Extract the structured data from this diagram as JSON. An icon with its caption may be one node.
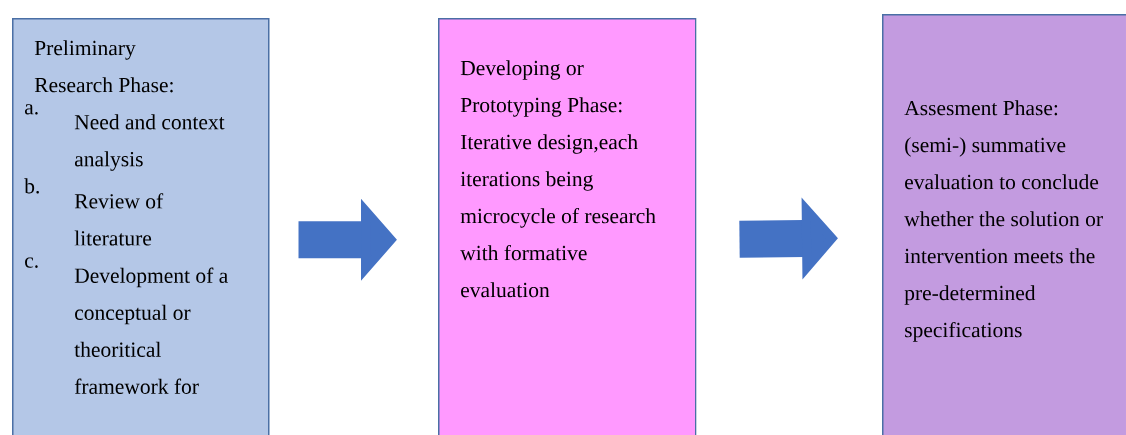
{
  "diagram": {
    "nodes": [
      {
        "text": [
          "Preliminary Research Phase:",
          "a.",
          "Need and context analysis",
          "b.",
          "Review of literature",
          "c.",
          "Development of a conceptual or theoritical framework for"
        ]
      },
      {
        "text": [
          "Developing or Prototyping Phase:",
          "Iterative design,each iterations being microcycle  of research with formative evaluation"
        ]
      },
      {
        "text": [
          "Assesment Phase:",
          "(semi-) summative evaluation to conclude whether the solution or intervention meets the pre-determined specifications"
        ]
      }
    ],
    "edges": [
      {
        "from": 0,
        "to": 1,
        "arrow": "to"
      },
      {
        "from": 1,
        "to": 2,
        "arrow": "to"
      }
    ]
  }
}
